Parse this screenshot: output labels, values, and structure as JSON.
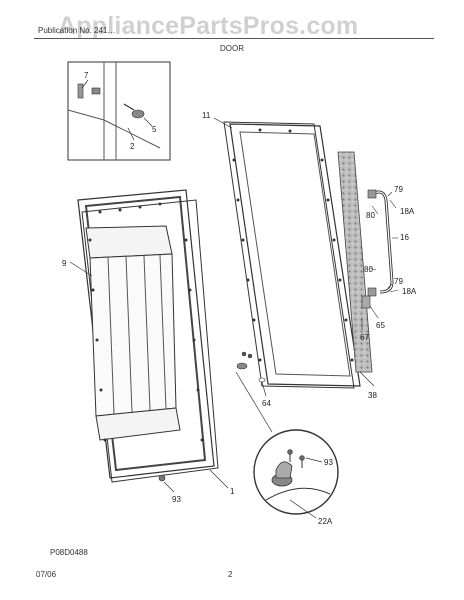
{
  "header": {
    "publication": "Publication No. 241…",
    "section_title": "DOOR",
    "watermark": "AppliancePartsPros.com"
  },
  "figure_code": "P08D0488",
  "footer": {
    "date": "07/06",
    "page": "2"
  },
  "callouts": {
    "c7": "7",
    "c2": "2",
    "c5": "5",
    "c9": "9",
    "c11": "11",
    "c1": "1",
    "c93a": "93",
    "c64": "64",
    "c38": "38",
    "c79a": "79",
    "c18a": "18A",
    "c80a": "80",
    "c16": "16",
    "c80b": "80",
    "c79b": "79",
    "c18b": "18A",
    "c65": "65",
    "c67": "67",
    "c93b": "93",
    "c22a": "22A"
  }
}
